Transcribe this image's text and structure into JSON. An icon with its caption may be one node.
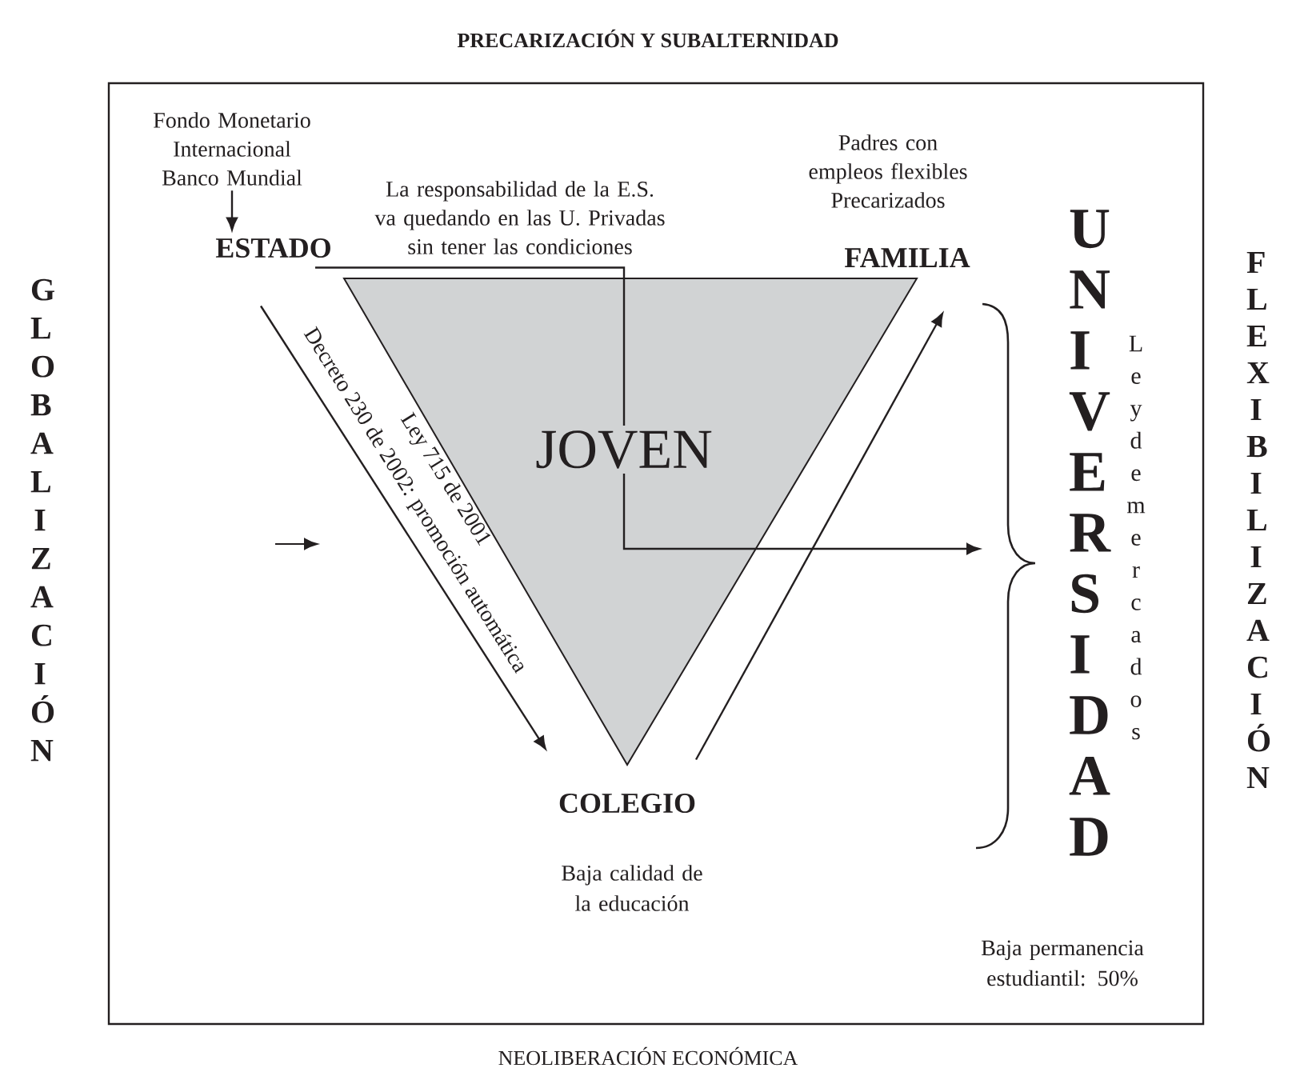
{
  "diagram": {
    "title": "PRECARIZACIÓN Y SUBALTERNIDAD",
    "caption": "NEOLIBERACIÓN ECONÓMICA",
    "nodes": [
      {
        "text": [
          "Fondo Monetario Internacional Banco Mundial"
        ]
      },
      {
        "text": [
          "ESTADO"
        ]
      },
      {
        "text": [
          "JOVEN"
        ]
      },
      {
        "text": [
          "FAMILIA"
        ],
        "beside": [
          "Padres con empleos flexibles Precarizados"
        ]
      },
      {
        "text": [
          "COLEGIO"
        ],
        "beside": [
          "Baja calidad de la educación"
        ]
      },
      {
        "text": [
          "UNIVERSIDAD"
        ],
        "beside": [
          "Ley de mercados"
        ]
      },
      {
        "text": [],
        "shape": "brace"
      }
    ],
    "edges": [
      {
        "from": 0,
        "to": 1,
        "arrow": "to"
      },
      {
        "from": 1,
        "to": 2,
        "arrow": "none",
        "label": "La responsabilidad de la E.S. va quedando en las U. Privadas sin tener las condiciones"
      },
      {
        "from": 1,
        "to": 4,
        "arrow": "to",
        "label": "Decreto 230 de 2002: promoción automática"
      },
      {
        "from": 4,
        "to": 3,
        "arrow": "to"
      },
      {
        "from": 2,
        "to": 6,
        "arrow": "to"
      }
    ],
    "labels": [
      "GLOBALIZACIÓN",
      "FLEXIBILIZACIÓN",
      "Ley 715 de 2001",
      "Baja permanencia estudiantil: 50%"
    ]
  }
}
